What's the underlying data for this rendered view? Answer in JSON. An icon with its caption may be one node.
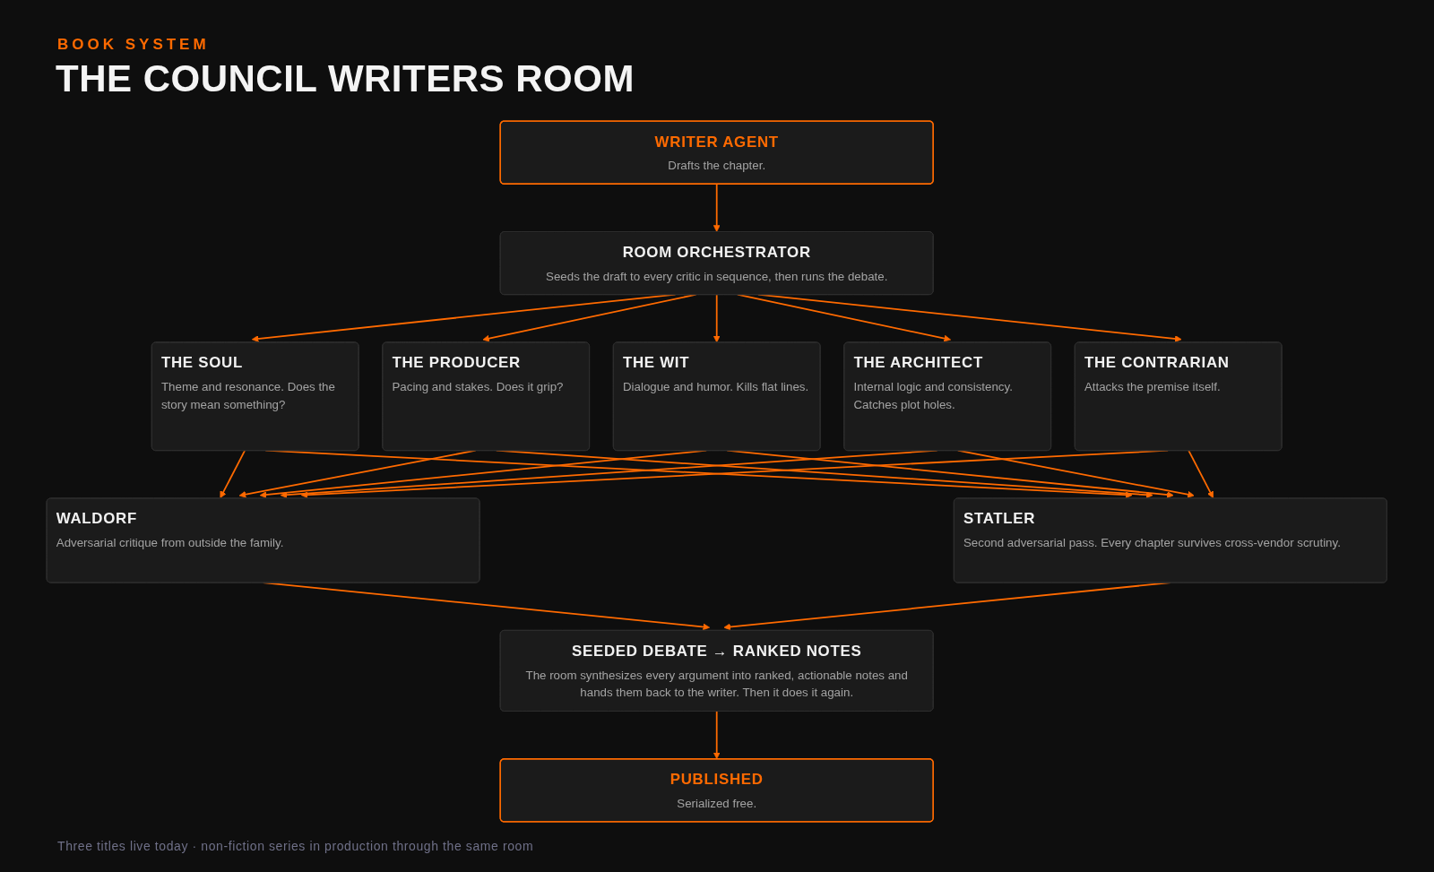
{
  "diagram": {
    "title": "THE COUNCIL WRITERS ROOM",
    "caption": "Three titles live today · non-fiction series in production through the same room",
    "labels": [
      "BOOK SYSTEM"
    ],
    "nodes": [
      {
        "text": [
          "WRITER AGENT",
          "Drafts the chapter."
        ]
      },
      {
        "text": [
          "ROOM ORCHESTRATOR",
          "Seeds the draft to every critic in sequence, then runs the debate."
        ]
      },
      {
        "text": [
          "THE SOUL",
          "Theme and resonance. Does the story mean something?"
        ]
      },
      {
        "text": [
          "THE PRODUCER",
          "Pacing and stakes. Does it grip?"
        ]
      },
      {
        "text": [
          "THE WIT",
          "Dialogue and humor. Kills flat lines."
        ]
      },
      {
        "text": [
          "THE ARCHITECT",
          "Internal logic and consistency. Catches plot holes."
        ]
      },
      {
        "text": [
          "THE CONTRARIAN",
          "Attacks the premise itself."
        ]
      },
      {
        "text": [
          "WALDORF",
          "Adversarial critique from outside the family."
        ]
      },
      {
        "text": [
          "STATLER",
          "Second adversarial pass. Every chapter survives cross-vendor scrutiny."
        ]
      },
      {
        "text": [
          "SEEDED DEBATE → RANKED NOTES",
          "The room synthesizes every argument into ranked, actionable notes and hands them back to the writer. Then it does it again."
        ]
      },
      {
        "text": [
          "PUBLISHED",
          "Serialized free."
        ]
      }
    ],
    "edges": [
      {
        "from": 0,
        "to": 1,
        "arrow": "to"
      },
      {
        "from": 1,
        "to": 2,
        "arrow": "to"
      },
      {
        "from": 1,
        "to": 3,
        "arrow": "to"
      },
      {
        "from": 1,
        "to": 4,
        "arrow": "to"
      },
      {
        "from": 1,
        "to": 5,
        "arrow": "to"
      },
      {
        "from": 1,
        "to": 6,
        "arrow": "to"
      },
      {
        "from": 2,
        "to": 7,
        "arrow": "to"
      },
      {
        "from": 3,
        "to": 7,
        "arrow": "to"
      },
      {
        "from": 4,
        "to": 7,
        "arrow": "to"
      },
      {
        "from": 5,
        "to": 7,
        "arrow": "to"
      },
      {
        "from": 6,
        "to": 7,
        "arrow": "to"
      },
      {
        "from": 2,
        "to": 8,
        "arrow": "to"
      },
      {
        "from": 3,
        "to": 8,
        "arrow": "to"
      },
      {
        "from": 4,
        "to": 8,
        "arrow": "to"
      },
      {
        "from": 5,
        "to": 8,
        "arrow": "to"
      },
      {
        "from": 6,
        "to": 8,
        "arrow": "to"
      },
      {
        "from": 7,
        "to": 9,
        "arrow": "to"
      },
      {
        "from": 8,
        "to": 9,
        "arrow": "to"
      },
      {
        "from": 9,
        "to": 10,
        "arrow": "to"
      }
    ]
  }
}
